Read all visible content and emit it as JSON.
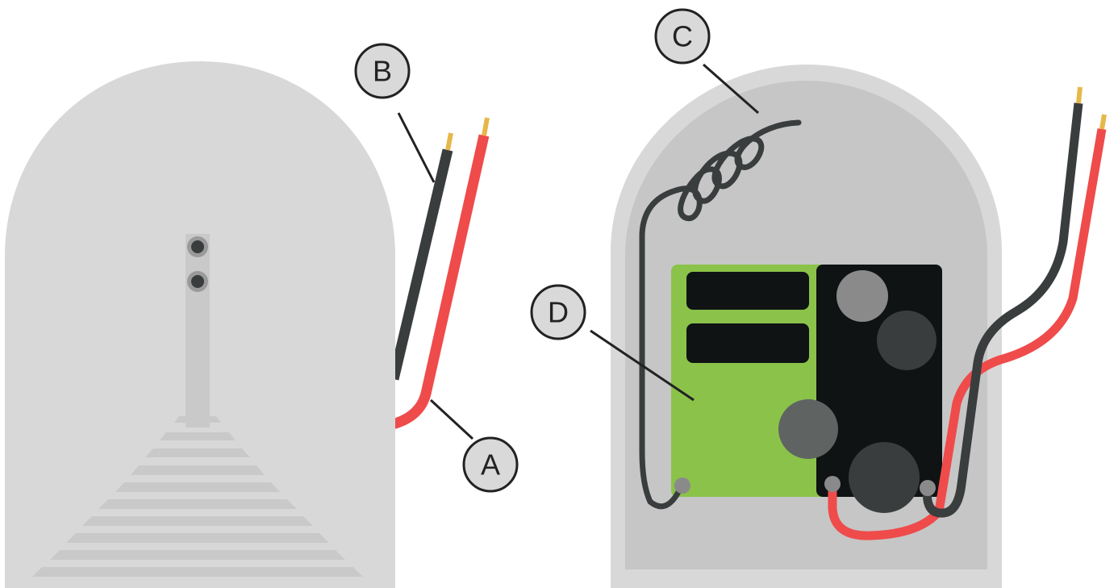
{
  "callouts": {
    "a": "A",
    "b": "B",
    "c": "C",
    "d": "D"
  },
  "colors": {
    "housing": "#d8d8d8",
    "housing_inner": "#c6c6c6",
    "stripe": "#c9c9c9",
    "wire_black": "#3a3d3e",
    "wire_red": "#ef4b4b",
    "wire_tip": "#e6b84a",
    "board_green": "#8bc34a",
    "board_black": "#0f1314",
    "callout_fill": "#d9d9d9",
    "callout_stroke": "#222222"
  }
}
